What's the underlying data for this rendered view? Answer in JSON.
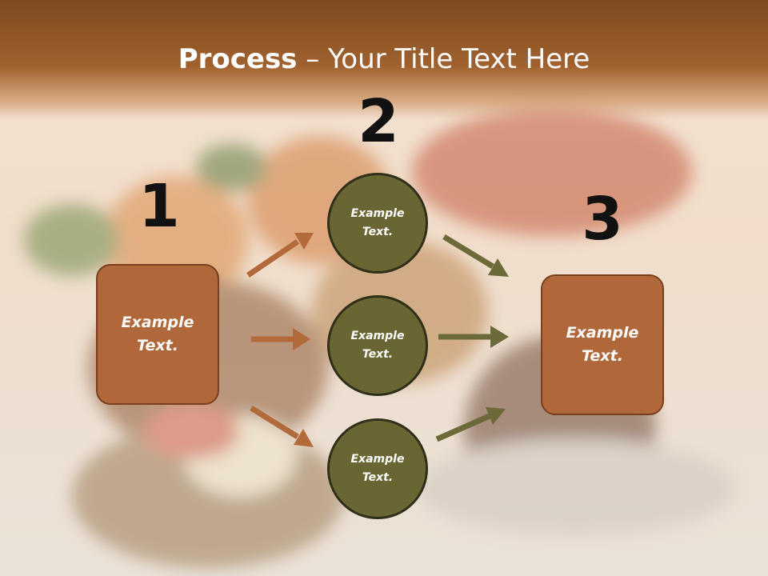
{
  "title": {
    "bold": "Process",
    "rest": " – Your Title Text Here"
  },
  "steps": [
    {
      "number": "1",
      "text": "Example\nText."
    },
    {
      "number": "2",
      "items": [
        "Example\nText.",
        "Example\nText.",
        "Example\nText."
      ]
    },
    {
      "number": "3",
      "text": "Example\nText."
    }
  ],
  "colors": {
    "header": "#9a5c2c",
    "box_fill": "#b0683a",
    "circle_fill": "#6a6634",
    "arrow_brown": "#b36a3a",
    "arrow_olive": "#6b6a38"
  }
}
